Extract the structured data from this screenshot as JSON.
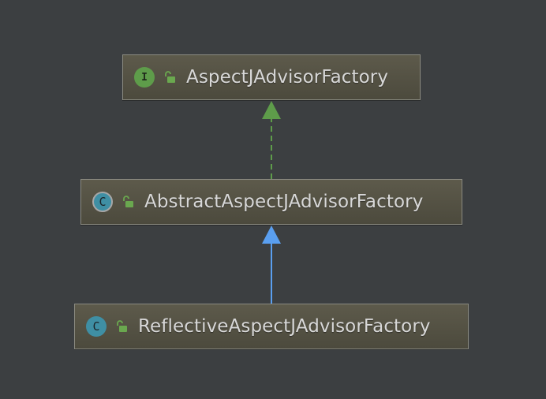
{
  "diagram": {
    "nodes": [
      {
        "id": "aspectj-advisor-factory",
        "name": "AspectJAdvisorFactory",
        "kind": "interface",
        "badge": "I",
        "badge_color": "#5e9c4a",
        "access_icon": "unlocked-padlock-icon"
      },
      {
        "id": "abstract-aspectj-advisor-factory",
        "name": "AbstractAspectJAdvisorFactory",
        "kind": "abstract-class",
        "badge": "C",
        "badge_color": "#3f8fa4",
        "access_icon": "unlocked-padlock-icon"
      },
      {
        "id": "reflective-aspectj-advisor-factory",
        "name": "ReflectiveAspectJAdvisorFactory",
        "kind": "class",
        "badge": "C",
        "badge_color": "#3f8fa4",
        "access_icon": "unlocked-padlock-icon"
      }
    ],
    "edges": [
      {
        "from": "abstract-aspectj-advisor-factory",
        "to": "aspectj-advisor-factory",
        "relation": "implements",
        "line": "dashed",
        "color": "#5e9c4a"
      },
      {
        "from": "reflective-aspectj-advisor-factory",
        "to": "abstract-aspectj-advisor-factory",
        "relation": "extends",
        "line": "solid",
        "color": "#5a9ff0"
      }
    ],
    "background_color": "#3c3f41"
  }
}
